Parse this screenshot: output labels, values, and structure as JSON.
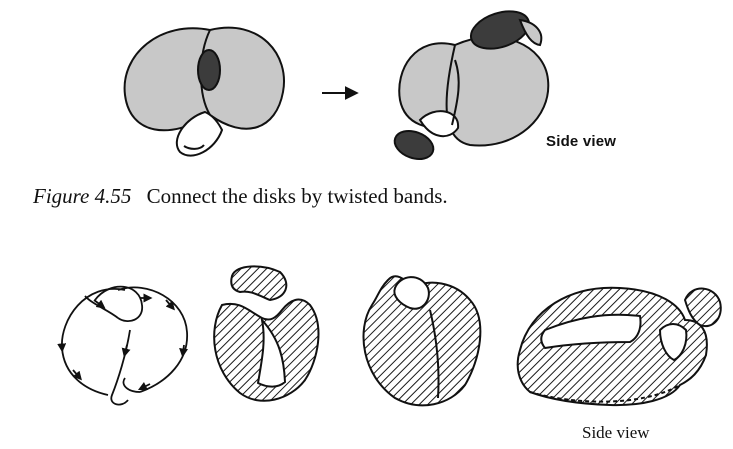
{
  "figure_top": {
    "side_view_label": "Side view"
  },
  "caption": {
    "figure_number": "Figure 4.55",
    "text": "Connect the disks by twisted bands."
  },
  "figure_bottom": {
    "side_view_label": "Side view"
  },
  "colors": {
    "disk_fill": "#c8c8c8",
    "dark_band": "#3c3c3c",
    "hatch": "#1a1a1a",
    "outline": "#111111"
  }
}
